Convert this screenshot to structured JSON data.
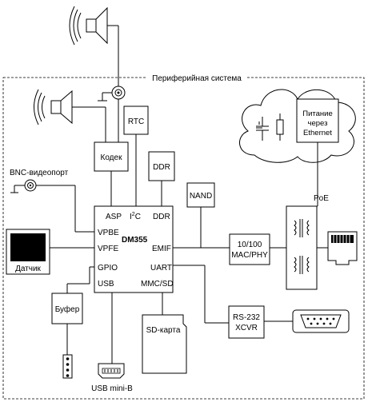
{
  "boundary": {
    "title": "Периферийная система"
  },
  "blocks": {
    "codec": "Кодек",
    "rtc": "RTC",
    "ddr": "DDR",
    "nand": "NAND",
    "dm355": "DM355",
    "mac_line1": "10/100",
    "mac_line2": "MAC/PHY",
    "rs232_line1": "RS-232",
    "rs232_line2": "XCVR",
    "sensor": "Датчик",
    "buffer": "Буфер",
    "sd_card": "SD-карта",
    "poe_line1": "Питание",
    "poe_line2": "через",
    "poe_line3": "Ethernet"
  },
  "pins": {
    "asp": "ASP",
    "i2c": "I",
    "i2c_sup": "2",
    "i2c_c": "C",
    "ddr": "DDR",
    "vpbe": "VPBE",
    "vpfe": "VPFE",
    "emif": "EMIF",
    "gpio": "GPIO",
    "uart": "UART",
    "usb": "USB",
    "mmc": "MMC/SD"
  },
  "labels": {
    "bnc": "BNC-видеопорт",
    "poe": "PoE",
    "usb_mini": "USB mini-B"
  },
  "colors": {
    "line": "#000000",
    "screen": "#000000",
    "background": "#ffffff"
  }
}
